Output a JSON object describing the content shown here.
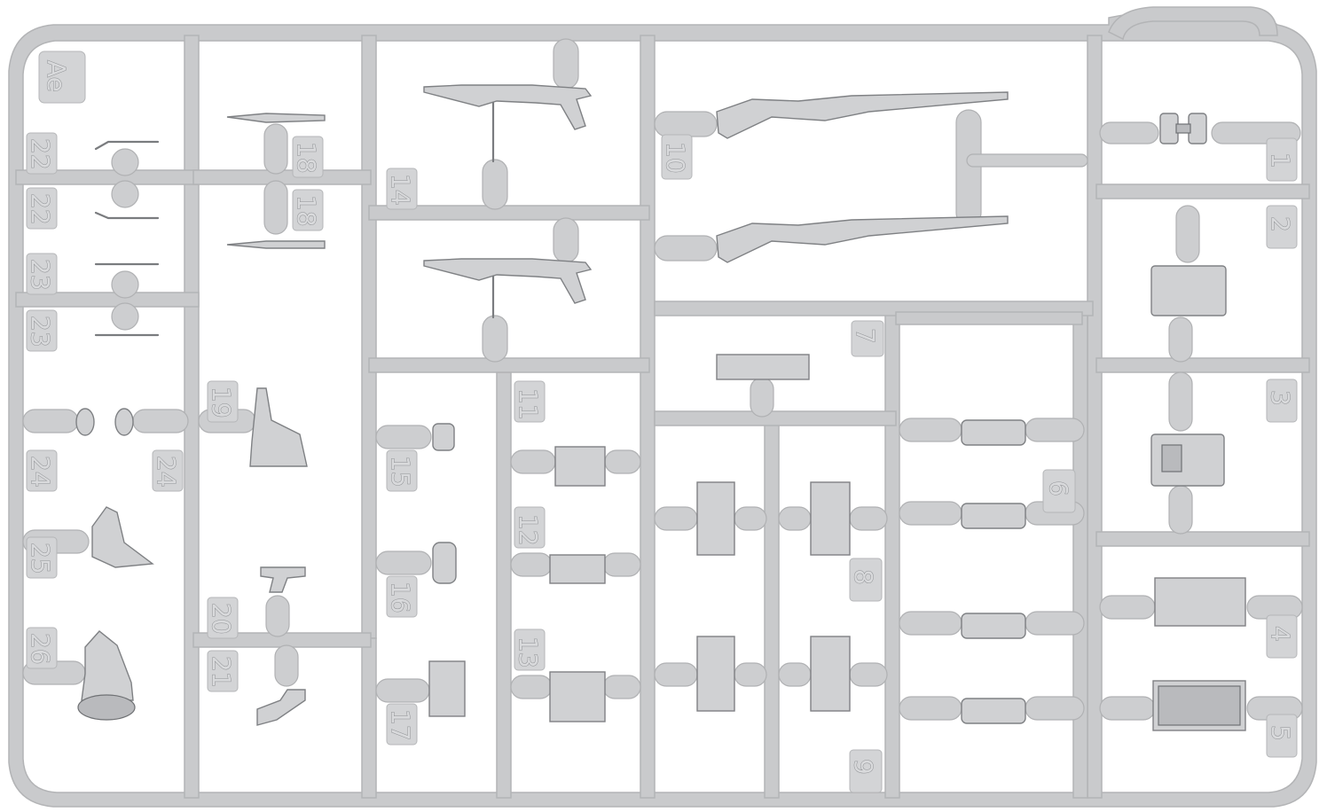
{
  "sprue": {
    "letter": "Ae",
    "part_numbers": [
      "1",
      "2",
      "3",
      "4",
      "5",
      "6",
      "7",
      "8",
      "9",
      "10",
      "11",
      "12",
      "13",
      "14",
      "15",
      "16",
      "17",
      "18",
      "18",
      "19",
      "20",
      "21",
      "22",
      "22",
      "23",
      "23",
      "24",
      "24",
      "25",
      "26"
    ]
  },
  "colors": {
    "runner": "#c9cacc",
    "part": "#d0d1d3",
    "outline": "#7f8184",
    "background": "#ffffff"
  }
}
